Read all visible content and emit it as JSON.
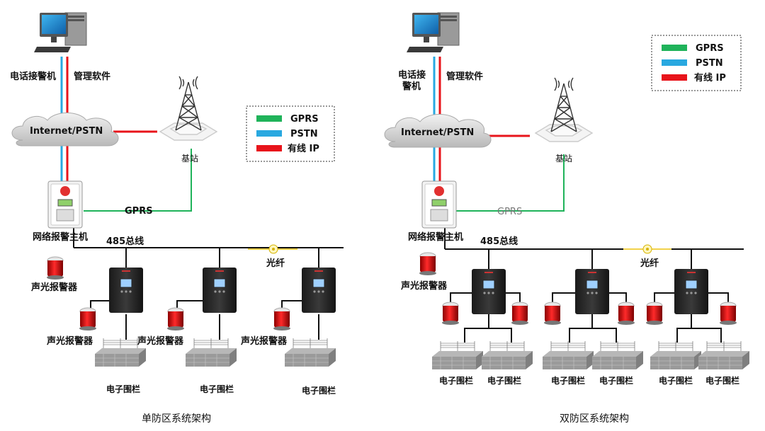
{
  "left": {
    "caption": "单防区系统架构",
    "phone_alarm": "电话接警机",
    "mgmt_software": "管理软件",
    "cloud": "Internet/PSTN",
    "base_station": "基站",
    "gprs_link": "GPRS",
    "host": "网络报警主机",
    "bus": "485总线",
    "fiber": "光纤",
    "siren_main": "声光报警器",
    "siren_1": "声光报警器",
    "siren_2": "声光报警器",
    "siren_3": "声光报警器",
    "fence_1": "电子围栏",
    "fence_2": "电子围栏",
    "fence_3": "电子围栏",
    "legend": [
      {
        "label": "GPRS",
        "color": "#1fb35a"
      },
      {
        "label": "PSTN",
        "color": "#29a8e0"
      },
      {
        "label": "有线 IP",
        "color": "#e8141b"
      }
    ]
  },
  "right": {
    "caption": "双防区系统架构",
    "phone_alarm_line1": "电话接",
    "phone_alarm_line2": "警机",
    "mgmt_software": "管理软件",
    "cloud": "Internet/PSTN",
    "base_station": "基站",
    "gprs_link": "GPRS",
    "host": "网络报警主机",
    "bus": "485总线",
    "fiber": "光纤",
    "siren_main": "声光报警器",
    "fences": [
      "电子围栏",
      "电子围栏",
      "电子围栏",
      "电子围栏",
      "电子围栏",
      "电子围栏"
    ],
    "legend": [
      {
        "label": "GPRS",
        "color": "#1fb35a"
      },
      {
        "label": "PSTN",
        "color": "#29a8e0"
      },
      {
        "label": "有线 IP",
        "color": "#e8141b"
      }
    ]
  }
}
